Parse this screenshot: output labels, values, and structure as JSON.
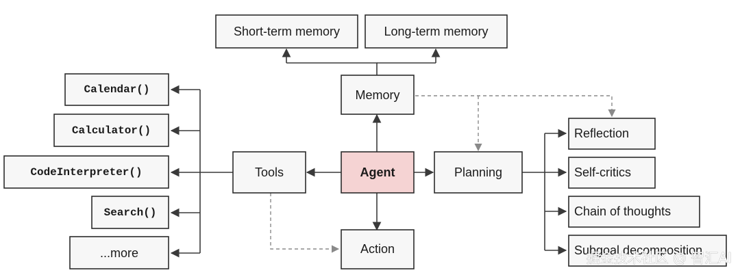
{
  "nodes": {
    "short_term_memory": "Short-term memory",
    "long_term_memory": "Long-term memory",
    "memory": "Memory",
    "calendar": "Calendar()",
    "calculator": "Calculator()",
    "code_interpreter": "CodeInterpreter()",
    "search": "Search()",
    "more": "...more",
    "tools": "Tools",
    "agent": "Agent",
    "planning": "Planning",
    "action": "Action",
    "reflection": "Reflection",
    "self_critics": "Self-critics",
    "chain_of_thoughts": "Chain of thoughts",
    "subgoal_decomposition": "Subgoal decomposition"
  },
  "watermark": "掘金技术社区 @ 智汇AI",
  "colors": {
    "agent_fill": "#f5d3d3",
    "box_fill": "#f7f7f7",
    "line": "#3a3a3a",
    "dashed_line": "#8a8a8a"
  }
}
